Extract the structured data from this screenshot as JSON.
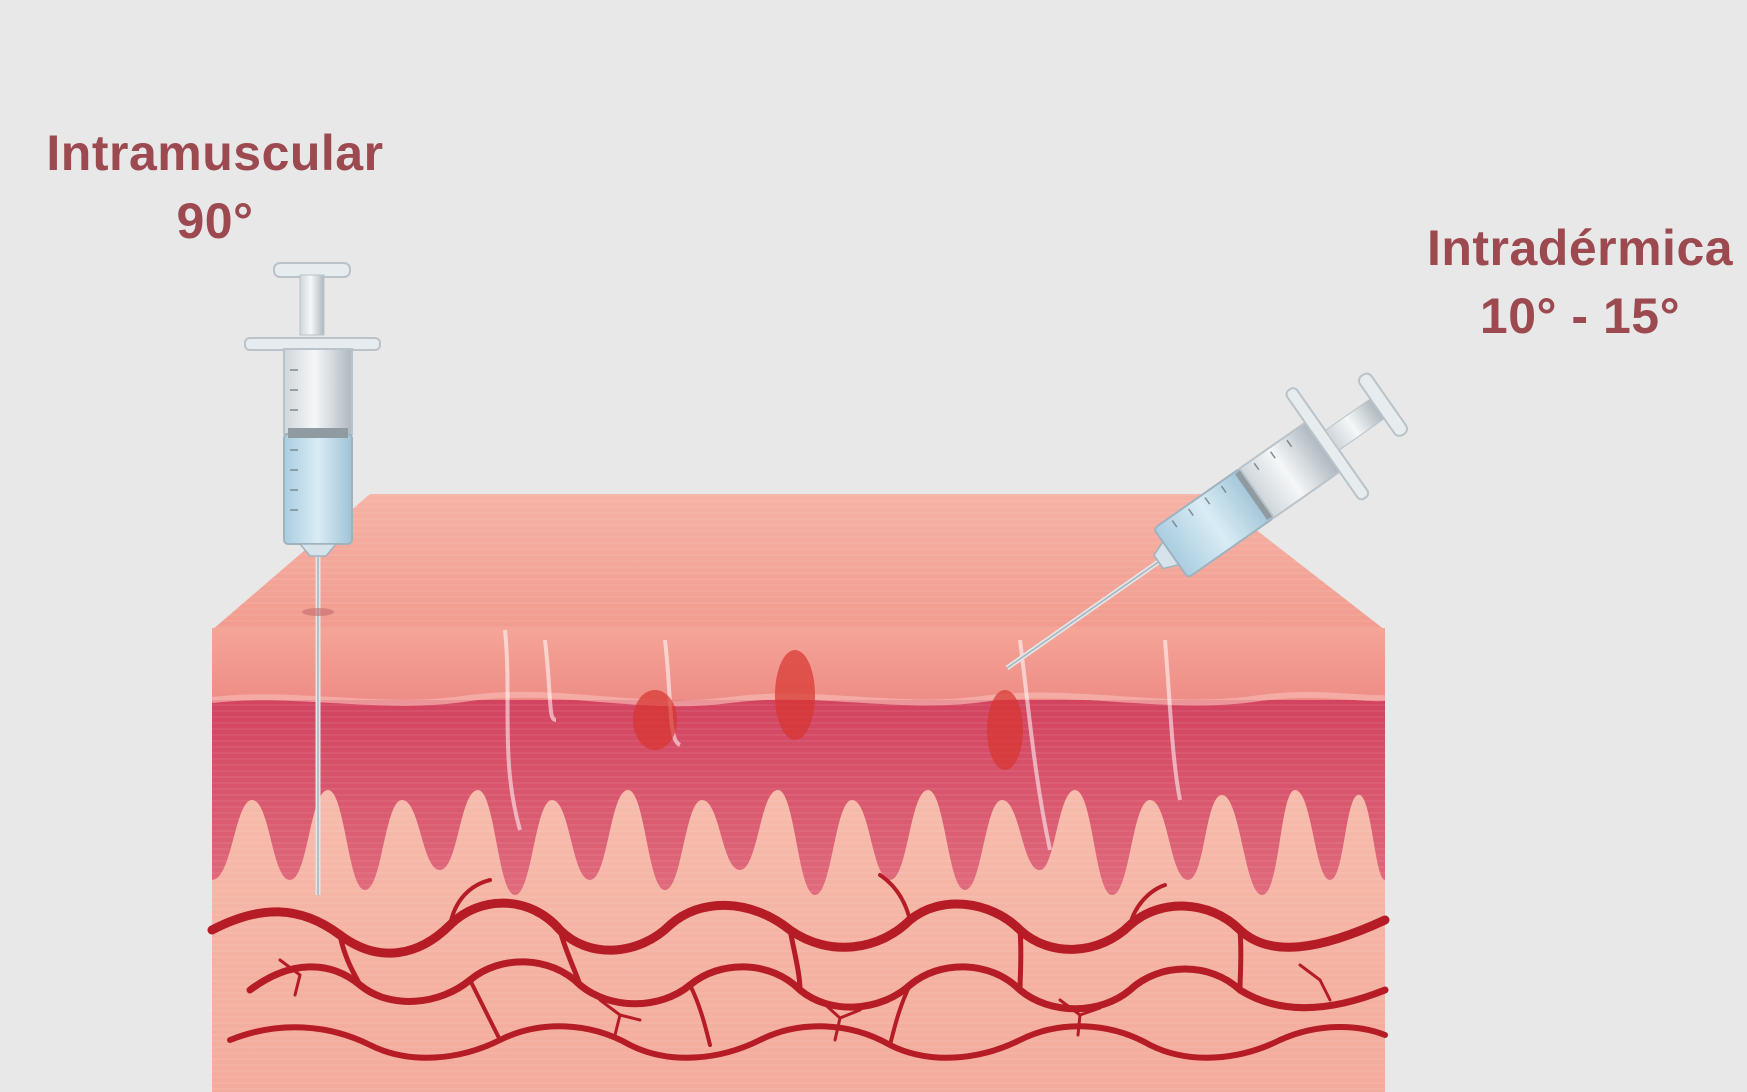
{
  "labels": {
    "intramuscular": {
      "name": "Intramuscular",
      "angle": "90°"
    },
    "intradermica": {
      "name": "Intradérmica",
      "angle": "10° - 15°"
    }
  },
  "colors": {
    "background": "#e8e8e8",
    "label_text": "#9c4a50",
    "epidermis": "#f3a095",
    "dermis": "#d9566e",
    "subcutis": "#f5b6a8",
    "vessels": "#b51c25",
    "syringe_fluid": "#b9d6e6"
  },
  "icons": [
    "syringe-icon",
    "blood-vessel-network",
    "skin-cross-section"
  ]
}
